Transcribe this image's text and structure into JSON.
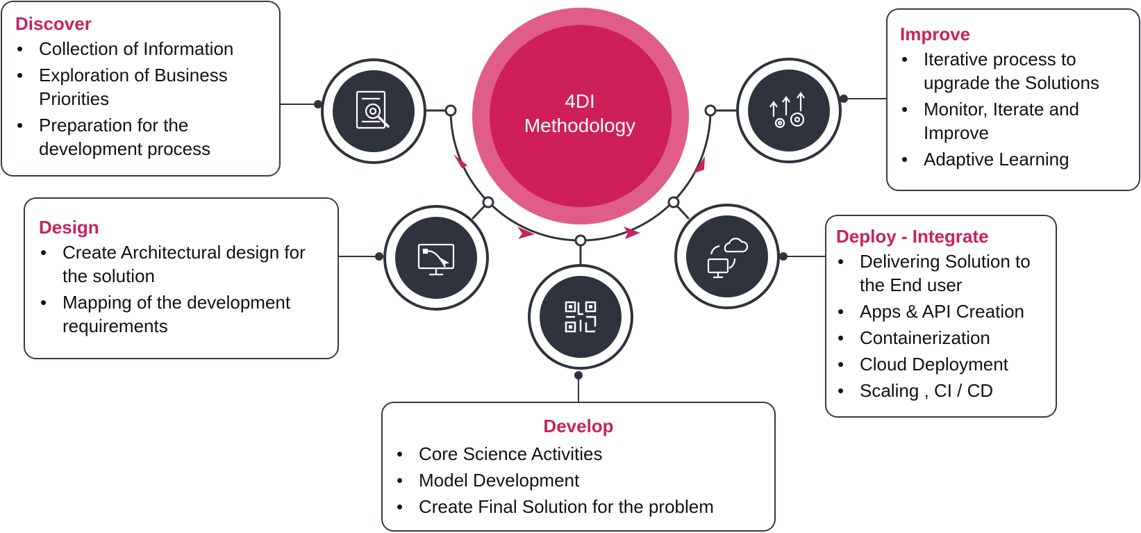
{
  "center": {
    "line1": "4DI",
    "line2": "Methodology"
  },
  "colors": {
    "accent": "#c8235a",
    "ring": "#e05d88",
    "node": "#2f333d",
    "border": "#333b45"
  },
  "stages": {
    "discover": {
      "title": "Discover",
      "icon": "document-search-icon",
      "items": [
        "Collection of Information",
        "Exploration of Business Priorities",
        "Preparation for the development process"
      ]
    },
    "design": {
      "title": "Design",
      "icon": "monitor-vector-icon",
      "items": [
        "Create Architectural design for the solution",
        "Mapping of the development requirements"
      ]
    },
    "develop": {
      "title": "Develop",
      "icon": "qr-code-icon",
      "items": [
        "Core Science Activities",
        "Model Development",
        "Create Final Solution for the problem"
      ]
    },
    "deploy": {
      "title": "Deploy - Integrate",
      "icon": "cloud-monitor-icon",
      "items": [
        "Delivering Solution to the End user",
        "Apps & API Creation",
        "Containerization",
        "Cloud Deployment",
        "Scaling , CI / CD"
      ]
    },
    "improve": {
      "title": "Improve",
      "icon": "gears-arrows-icon",
      "items": [
        "Iterative process to upgrade the Solutions",
        "Monitor, Iterate and Improve",
        "Adaptive Learning"
      ]
    }
  }
}
